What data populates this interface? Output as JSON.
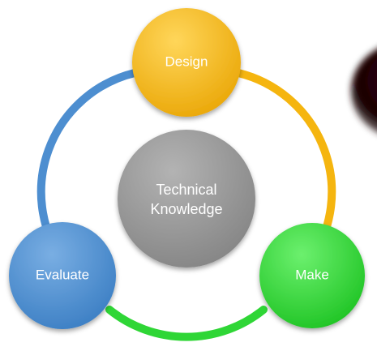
{
  "diagram": {
    "center": {
      "line1": "Technical",
      "line2": "Knowledge",
      "color": "#9a9a9a"
    },
    "nodes": {
      "design": {
        "label": "Design",
        "color": "#f5b50f"
      },
      "make": {
        "label": "Make",
        "color": "#2fd636"
      },
      "evaluate": {
        "label": "Evaluate",
        "color": "#4d8ed0"
      }
    },
    "arcs": {
      "design_to_make": "#f5b50f",
      "make_to_evaluate": "#2fd636",
      "evaluate_to_design": "#4d8ed0"
    }
  }
}
